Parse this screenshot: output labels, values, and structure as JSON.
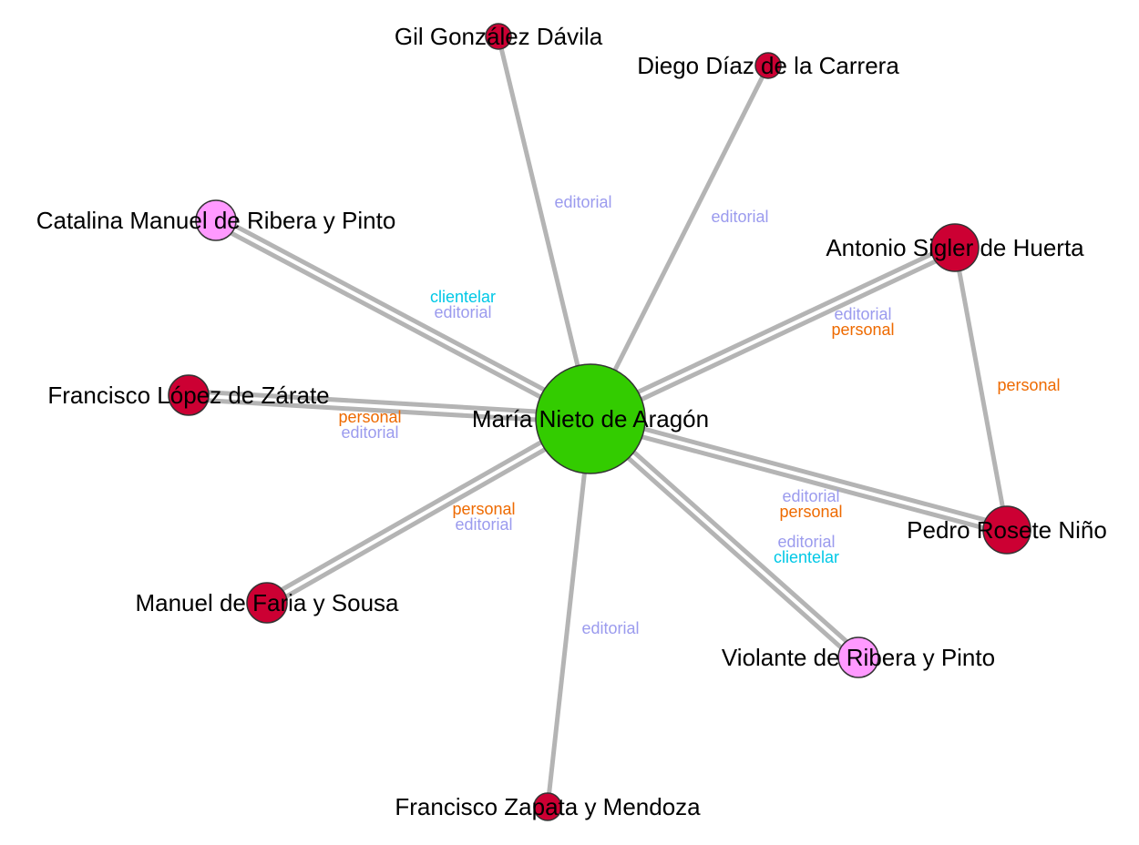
{
  "colors": {
    "edge": "#b4b4b4",
    "relation": {
      "editorial": "#9b9bee",
      "personal": "#ee6a00",
      "clientelar": "#00c8e6"
    },
    "node": {
      "center": "#33cc00",
      "red": "#cc0033",
      "pink": "#ff99ff"
    }
  },
  "nodes": [
    {
      "id": "maria",
      "name": "María Nieto de Aragón",
      "type": "center"
    },
    {
      "id": "gil",
      "name": "Gil González Dávila",
      "type": "red"
    },
    {
      "id": "diego",
      "name": "Diego Díaz de la Carrera",
      "type": "red"
    },
    {
      "id": "catalina",
      "name": "Catalina Manuel de Ribera y Pinto",
      "type": "pink"
    },
    {
      "id": "antonio",
      "name": "Antonio Sigler de Huerta",
      "type": "red"
    },
    {
      "id": "flopez",
      "name": "Francisco López de Zárate",
      "type": "red"
    },
    {
      "id": "pedro",
      "name": "Pedro Rosete Niño",
      "type": "red"
    },
    {
      "id": "manuel",
      "name": "Manuel de Faria y Sousa",
      "type": "red"
    },
    {
      "id": "violante",
      "name": "Violante de Ribera y Pinto",
      "type": "pink"
    },
    {
      "id": "zapata",
      "name": "Francisco Zapata y Mendoza",
      "type": "red"
    }
  ],
  "edges": [
    {
      "source": "maria",
      "target": "gil",
      "relations": [
        "editorial"
      ]
    },
    {
      "source": "maria",
      "target": "diego",
      "relations": [
        "editorial"
      ]
    },
    {
      "source": "maria",
      "target": "catalina",
      "relations": [
        "clientelar",
        "editorial"
      ]
    },
    {
      "source": "maria",
      "target": "antonio",
      "relations": [
        "editorial",
        "personal"
      ]
    },
    {
      "source": "maria",
      "target": "flopez",
      "relations": [
        "personal",
        "editorial"
      ]
    },
    {
      "source": "maria",
      "target": "pedro",
      "relations": [
        "editorial",
        "personal"
      ]
    },
    {
      "source": "maria",
      "target": "manuel",
      "relations": [
        "personal",
        "editorial"
      ]
    },
    {
      "source": "maria",
      "target": "violante",
      "relations": [
        "editorial",
        "clientelar"
      ]
    },
    {
      "source": "maria",
      "target": "zapata",
      "relations": [
        "editorial"
      ]
    },
    {
      "source": "antonio",
      "target": "pedro",
      "relations": [
        "personal"
      ]
    }
  ]
}
